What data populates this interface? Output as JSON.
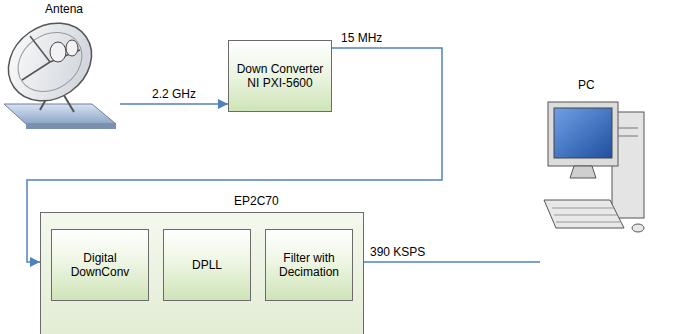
{
  "diagram": {
    "nodes": [
      {
        "text": [
          "Antena"
        ]
      },
      {
        "text": [
          "Down Converter NI PXI-5600"
        ]
      },
      {
        "text": [
          "EP2C70"
        ]
      },
      {
        "text": [
          "Digital DownConv"
        ],
        "in": 2
      },
      {
        "text": [
          "DPLL"
        ],
        "in": 2
      },
      {
        "text": [
          "Filter with Decimation"
        ],
        "in": 2
      },
      {
        "text": [
          "PC"
        ]
      }
    ],
    "edges": [
      {
        "from": 0,
        "to": 1,
        "arrow": "to",
        "label": "2.2 GHz"
      },
      {
        "from": 1,
        "to": 2,
        "arrow": "to",
        "label": "15 MHz"
      },
      {
        "from": 2,
        "to": 6,
        "arrow": "none",
        "label": "390 KSPS"
      }
    ]
  }
}
